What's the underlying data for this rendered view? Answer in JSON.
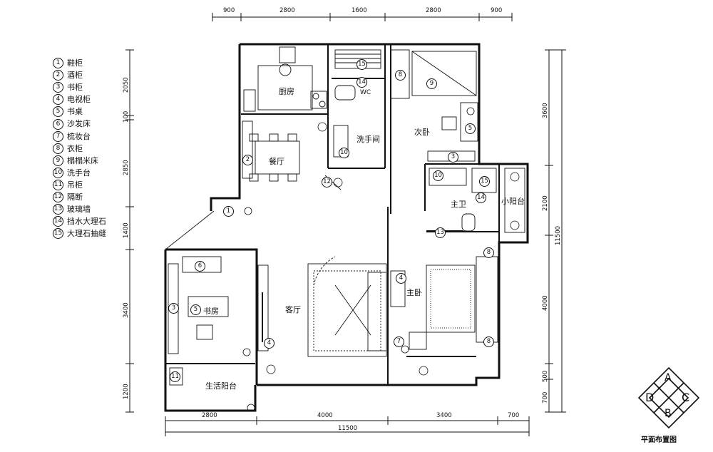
{
  "legend": [
    {
      "n": "1",
      "label": "鞋柜"
    },
    {
      "n": "2",
      "label": "酒柜"
    },
    {
      "n": "3",
      "label": "书柜"
    },
    {
      "n": "4",
      "label": "电视柜"
    },
    {
      "n": "5",
      "label": "书桌"
    },
    {
      "n": "6",
      "label": "沙发床"
    },
    {
      "n": "7",
      "label": "梳妆台"
    },
    {
      "n": "8",
      "label": "衣柜"
    },
    {
      "n": "9",
      "label": "榻榻米床"
    },
    {
      "n": "10",
      "label": "洗手台"
    },
    {
      "n": "11",
      "label": "吊柜"
    },
    {
      "n": "12",
      "label": "隔断"
    },
    {
      "n": "13",
      "label": "玻璃墙"
    },
    {
      "n": "14",
      "label": "挡水大理石"
    },
    {
      "n": "15",
      "label": "大理石抽缝"
    }
  ],
  "rooms": {
    "kitchen": "厨房",
    "wc": "WC",
    "washroom": "洗手间",
    "second_bedroom": "次卧",
    "dining": "餐厅",
    "master_bath": "主卫",
    "small_balcony": "小阳台",
    "study": "书房",
    "living": "客厅",
    "master_bedroom": "主卧",
    "life_balcony": "生活阳台"
  },
  "dims_top": [
    "900",
    "2800",
    "1600",
    "2800",
    "900"
  ],
  "dims_bottom": [
    "2800",
    "4000",
    "3400",
    "700"
  ],
  "dim_bottom_total": "11500",
  "dims_left": [
    "2050",
    "100",
    "2850",
    "1400",
    "3400",
    "1200"
  ],
  "dims_right": [
    "3600",
    "2100",
    "4000",
    "500",
    "700"
  ],
  "dim_right_total": "11500",
  "tags": {
    "kitchen_tag": "",
    "wc_14": "14",
    "wc_15": "15",
    "wash_10": "10",
    "hall_12": "12",
    "dining_2": "2",
    "dining_1": "1",
    "closet_8a": "8",
    "bed2_9": "9",
    "bed2_5": "5",
    "bed2_3": "3",
    "mbath_10": "10",
    "mbath_15": "15",
    "mbath_14": "14",
    "mbath_13": "13",
    "study_6": "6",
    "study_3": "3",
    "study_5": "5",
    "study_11": "11",
    "living_4": "4",
    "master_4": "4",
    "master_7": "7",
    "master_8a": "8",
    "master_8b": "8"
  },
  "logo": {
    "letters": [
      "A",
      "D",
      "C",
      "B"
    ],
    "caption": "平面布置图"
  }
}
